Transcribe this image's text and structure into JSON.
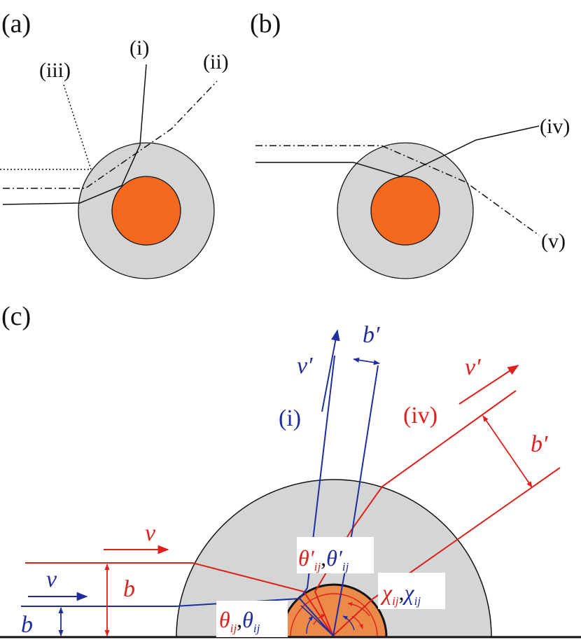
{
  "panels": {
    "a": {
      "label": "(a)",
      "rays": {
        "i": "(i)",
        "ii": "(ii)",
        "iii": "(iii)"
      }
    },
    "b": {
      "label": "(b)",
      "rays": {
        "iv": "(iv)",
        "v": "(v)"
      }
    },
    "c": {
      "label": "(c)",
      "ray_i_label": "(i)",
      "ray_iv_label": "(iv)",
      "blue_v": "v",
      "blue_v_prime": "v′",
      "blue_b": "b",
      "blue_b_prime": "b′",
      "red_v": "v",
      "red_v_prime": "v′",
      "red_b": "b",
      "red_b_prime": "b′",
      "theta_prime_red": "θ′",
      "theta_prime_blue": "θ′",
      "theta_red": "θ",
      "theta_blue": "θ",
      "chi_red": "χ",
      "chi_blue": "χ",
      "subscript": "ij",
      "separator": ","
    }
  },
  "colors": {
    "shell": "#d4d6d5",
    "core": "#f5691e",
    "core_c": "#ec8a4a",
    "red": "#e0201b",
    "blue": "#1f2da0",
    "ink": "#111111"
  }
}
